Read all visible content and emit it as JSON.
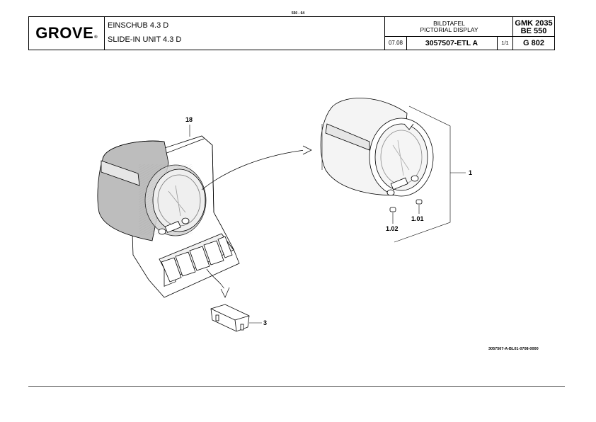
{
  "page_number": "550 - 64",
  "header": {
    "logo_text": "GROVE",
    "logo_mark": "®",
    "title_de": "EINSCHUB 4.3 D",
    "title_en": "SLIDE-IN UNIT 4.3 D",
    "display_de": "BILDTAFEL",
    "display_en": "PICTORIAL DISPLAY",
    "date": "07.08",
    "reference": "3057507-ETL A",
    "sheet": "1/1",
    "model_line1": "GMK 2035",
    "model_line2": "BE 550",
    "model_line3": "G 802"
  },
  "callouts": {
    "item_18": "18",
    "item_1": "1",
    "item_1_01": "1.01",
    "item_1_02": "1.02",
    "item_3": "3"
  },
  "drawing_reference": "3057507-A-BL01-0708-0000",
  "icons": {
    "slide_in_unit": "slide-in-unit-drawing",
    "gauge": "gauge-drawing",
    "button_cap": "button-cap-drawing"
  }
}
